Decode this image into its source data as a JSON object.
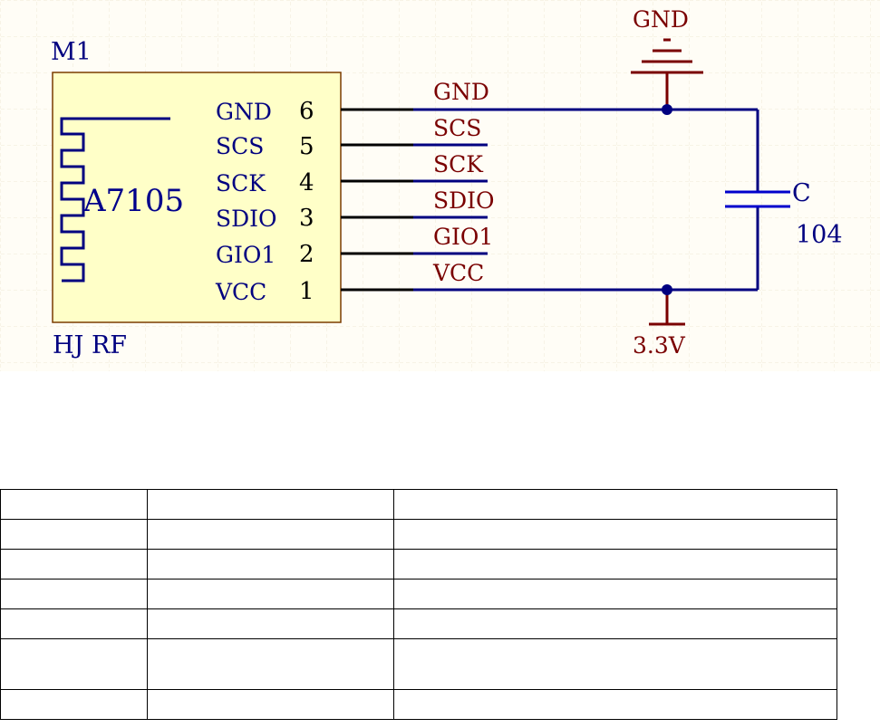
{
  "module": {
    "designator": "M1",
    "chip": "A7105",
    "footer": "HJ RF",
    "pins": [
      {
        "name": "GND",
        "number": "6"
      },
      {
        "name": "SCS",
        "number": "5"
      },
      {
        "name": "SCK",
        "number": "4"
      },
      {
        "name": "SDIO",
        "number": "3"
      },
      {
        "name": "GIO1",
        "number": "2"
      },
      {
        "name": "VCC",
        "number": "1"
      }
    ]
  },
  "nets": [
    "GND",
    "SCS",
    "SCK",
    "SDIO",
    "GIO1",
    "VCC"
  ],
  "ground_symbol": {
    "label": "GND"
  },
  "power_symbol": {
    "label": "3.3V"
  },
  "capacitor": {
    "designator": "C",
    "value": "104"
  },
  "colors": {
    "module_fill": "#ffffc8",
    "module_border": "#7a3b00",
    "wire": "#000080",
    "net_text": "#7a0000",
    "grid": "#f0ead8"
  },
  "table": {
    "rows": [
      [
        "",
        "",
        ""
      ],
      [
        "",
        "",
        ""
      ],
      [
        "",
        "",
        ""
      ],
      [
        "",
        "",
        ""
      ],
      [
        "",
        "",
        ""
      ],
      [
        "",
        "",
        ""
      ],
      [
        "",
        "",
        ""
      ]
    ]
  }
}
